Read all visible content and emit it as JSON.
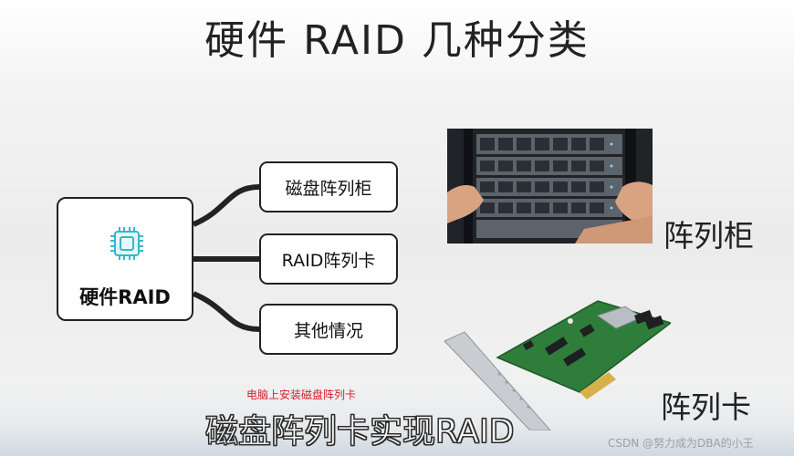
{
  "slide": {
    "title": "硬件 RAID 几种分类"
  },
  "mindmap": {
    "root_label": "硬件RAID",
    "children": [
      {
        "label": "磁盘阵列柜"
      },
      {
        "label": "RAID阵列卡"
      },
      {
        "label": "其他情况"
      }
    ]
  },
  "images": {
    "cabinet_label": "阵列柜",
    "card_label": "阵列卡"
  },
  "caption": {
    "note": "电脑上安装磁盘阵列卡",
    "subtitle": "磁盘阵列卡实现RAID"
  },
  "watermark": "CSDN @努力成为DBA的小王",
  "colors": {
    "chip_accent": "#37b7c9",
    "note_red": "#d2202a",
    "pcb_green": "#2f7d3a"
  }
}
